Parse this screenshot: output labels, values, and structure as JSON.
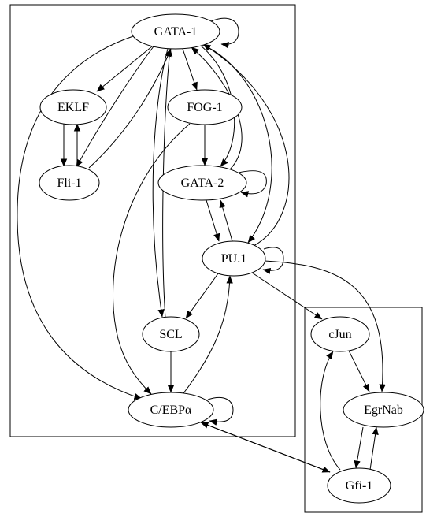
{
  "clusters": [
    {
      "id": "main",
      "nodes": [
        "GATA-1",
        "EKLF",
        "FOG-1",
        "Fli-1",
        "GATA-2",
        "PU.1",
        "SCL",
        "CEBPa"
      ]
    },
    {
      "id": "side",
      "nodes": [
        "cJun",
        "EgrNab",
        "Gfi-1"
      ]
    }
  ],
  "nodes": [
    {
      "id": "GATA-1",
      "label": "GATA-1"
    },
    {
      "id": "EKLF",
      "label": "EKLF"
    },
    {
      "id": "FOG-1",
      "label": "FOG-1"
    },
    {
      "id": "Fli-1",
      "label": "Fli-1"
    },
    {
      "id": "GATA-2",
      "label": "GATA-2"
    },
    {
      "id": "PU.1",
      "label": "PU.1"
    },
    {
      "id": "SCL",
      "label": "SCL"
    },
    {
      "id": "CEBPa",
      "label": "C/EBPα"
    },
    {
      "id": "cJun",
      "label": "cJun"
    },
    {
      "id": "EgrNab",
      "label": "EgrNab"
    },
    {
      "id": "Gfi-1",
      "label": "Gfi-1"
    }
  ],
  "edges": [
    {
      "from": "GATA-1",
      "to": "GATA-1"
    },
    {
      "from": "GATA-1",
      "to": "EKLF"
    },
    {
      "from": "GATA-1",
      "to": "FOG-1"
    },
    {
      "from": "GATA-1",
      "to": "Fli-1"
    },
    {
      "from": "GATA-1",
      "to": "GATA-2"
    },
    {
      "from": "GATA-1",
      "to": "PU.1"
    },
    {
      "from": "GATA-1",
      "to": "SCL"
    },
    {
      "from": "GATA-1",
      "to": "CEBPa"
    },
    {
      "from": "EKLF",
      "to": "Fli-1"
    },
    {
      "from": "Fli-1",
      "to": "EKLF"
    },
    {
      "from": "Fli-1",
      "to": "GATA-1"
    },
    {
      "from": "FOG-1",
      "to": "GATA-2"
    },
    {
      "from": "FOG-1",
      "to": "CEBPa"
    },
    {
      "from": "GATA-2",
      "to": "GATA-1"
    },
    {
      "from": "GATA-2",
      "to": "GATA-2"
    },
    {
      "from": "GATA-2",
      "to": "PU.1"
    },
    {
      "from": "PU.1",
      "to": "GATA-2"
    },
    {
      "from": "PU.1",
      "to": "GATA-1"
    },
    {
      "from": "PU.1",
      "to": "PU.1"
    },
    {
      "from": "PU.1",
      "to": "SCL"
    },
    {
      "from": "PU.1",
      "to": "cJun"
    },
    {
      "from": "PU.1",
      "to": "EgrNab"
    },
    {
      "from": "SCL",
      "to": "GATA-1"
    },
    {
      "from": "SCL",
      "to": "CEBPa"
    },
    {
      "from": "CEBPa",
      "to": "PU.1"
    },
    {
      "from": "CEBPa",
      "to": "CEBPa"
    },
    {
      "from": "CEBPa",
      "to": "Gfi-1"
    },
    {
      "from": "Gfi-1",
      "to": "CEBPa"
    },
    {
      "from": "cJun",
      "to": "EgrNab"
    },
    {
      "from": "EgrNab",
      "to": "Gfi-1"
    },
    {
      "from": "Gfi-1",
      "to": "EgrNab"
    },
    {
      "from": "Gfi-1",
      "to": "cJun"
    }
  ]
}
